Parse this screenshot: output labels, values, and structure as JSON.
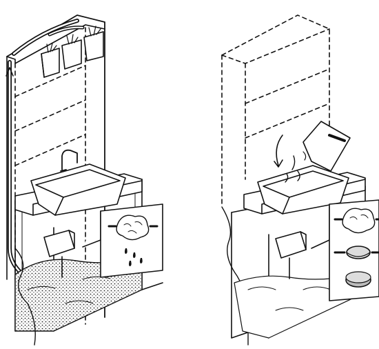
{
  "colors": {
    "ink": "#111111",
    "paper": "#ffffff",
    "water_fill": "#8a8a8a",
    "clear_water": "#ffffff",
    "food_waste": "#d9d9d9"
  },
  "scenes": [
    {
      "name": "left-unit",
      "parts": [
        "planter-boxes",
        "pump-tube",
        "sink",
        "faucet",
        "water-tank",
        "filter-callout"
      ],
      "filter_stages": [
        "food-scrap-blob",
        "water-droplets"
      ]
    },
    {
      "name": "right-unit",
      "parts": [
        "dashed-planter-frame",
        "cutting-board-scraps",
        "sink",
        "water-tank",
        "process-callout"
      ],
      "filter_stages": [
        "food-scrap-blob",
        "compressed-disc",
        "compost-pellet"
      ]
    }
  ],
  "icons": [
    "plant-icon",
    "arrow-icon",
    "droplet-icon"
  ]
}
